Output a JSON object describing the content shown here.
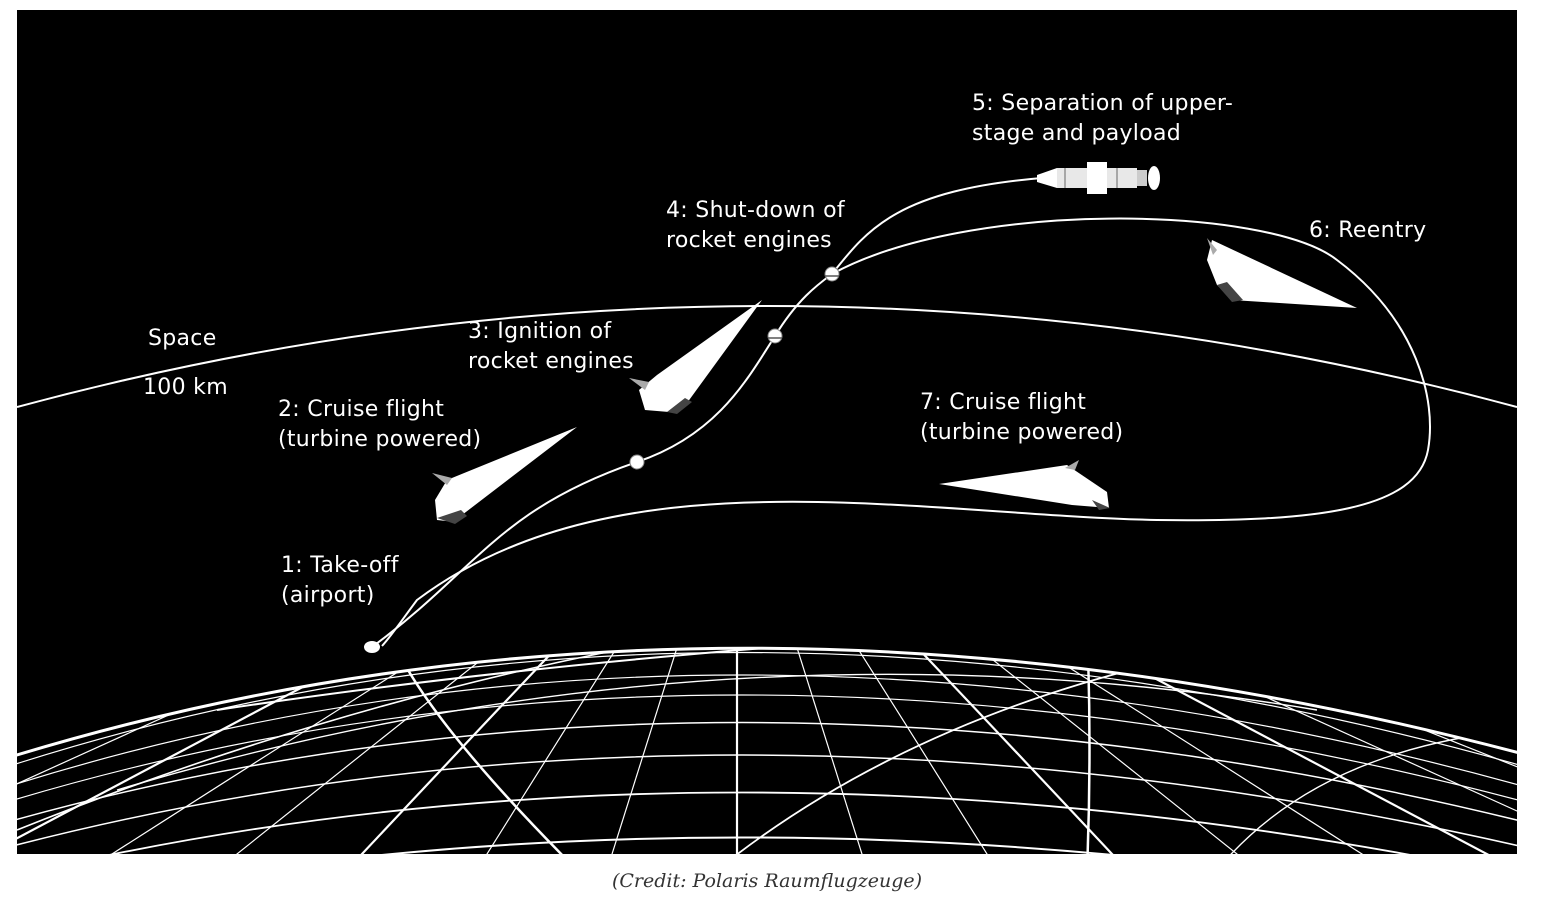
{
  "labels": {
    "space": "Space",
    "altitude": "100 km",
    "step1": [
      "1: Take-off",
      "(airport)"
    ],
    "step2": [
      "2: Cruise flight",
      "(turbine powered)"
    ],
    "step3": [
      "3: Ignition of",
      "rocket engines"
    ],
    "step4": [
      "4: Shut-down of",
      "rocket engines"
    ],
    "step5": [
      "5: Separation of upper-",
      "stage and payload"
    ],
    "step6": "6: Reentry",
    "step7": [
      "7: Cruise flight",
      "(turbine powered)"
    ]
  },
  "caption": "(Credit: Polaris Raumflugzeuge)",
  "colors": {
    "background": "#000000",
    "line": "#ffffff",
    "caption": "#333333"
  }
}
